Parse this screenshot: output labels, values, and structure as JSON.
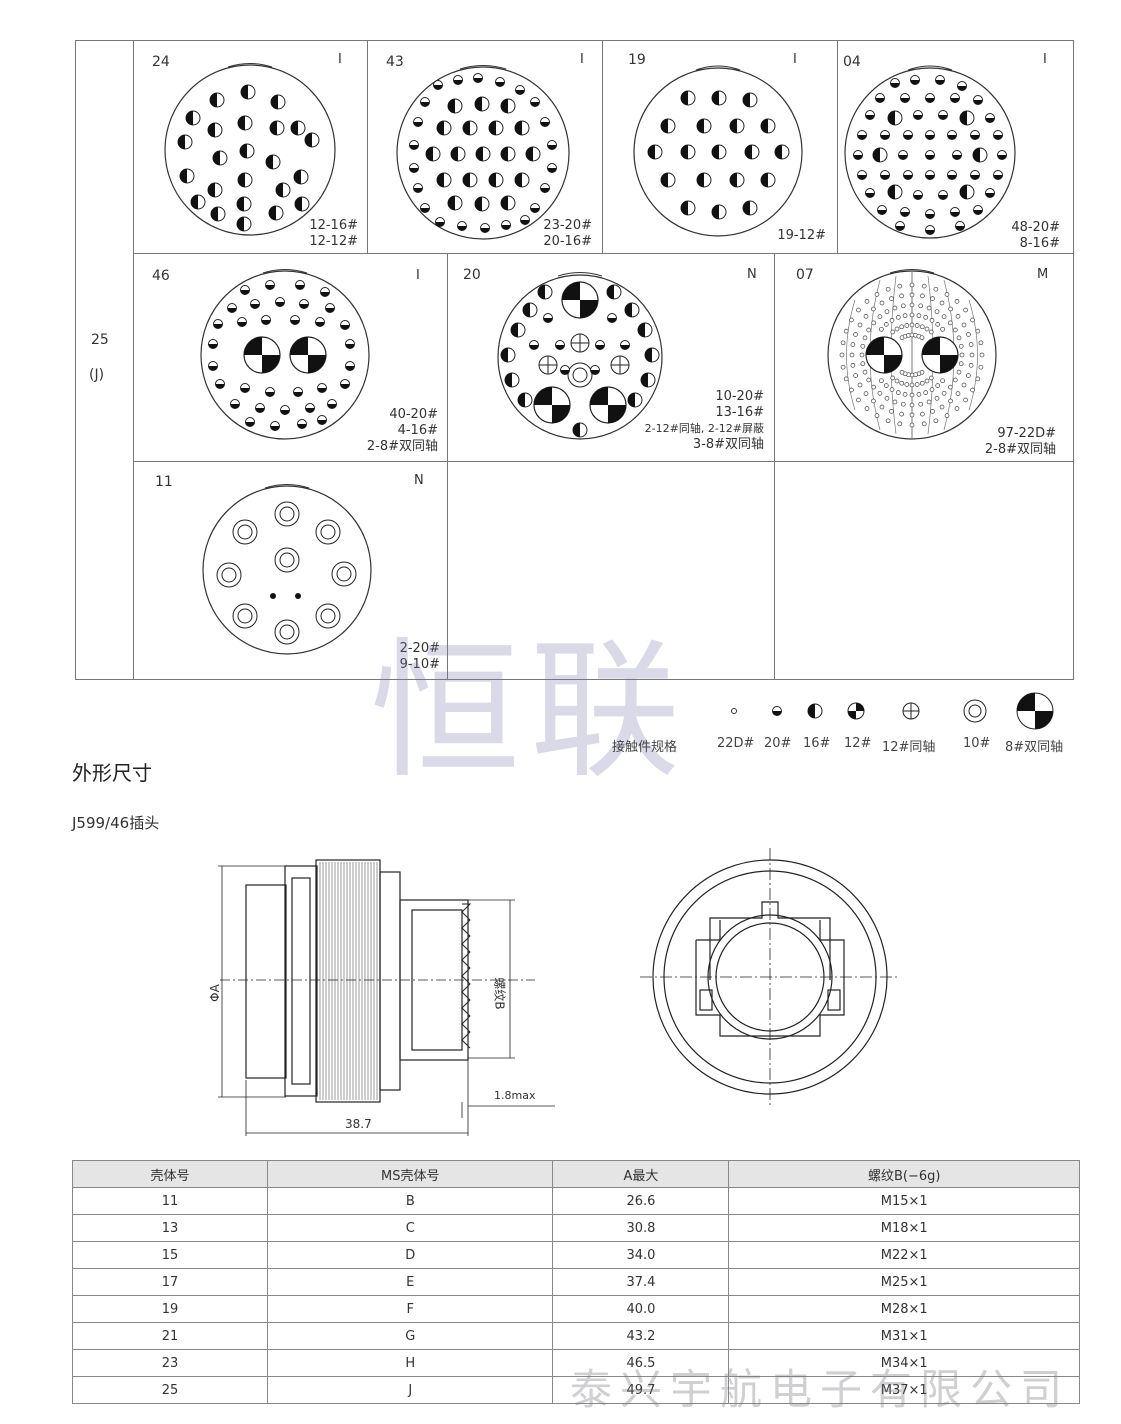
{
  "table_header_top": {
    "shell_row_label": "25",
    "shell_row_sub": "(J)"
  },
  "cells": [
    {
      "no": "24",
      "type": "I",
      "spec": [
        "12-16#",
        "12-12#"
      ]
    },
    {
      "no": "43",
      "type": "I",
      "spec": [
        "23-20#",
        "20-16#"
      ]
    },
    {
      "no": "19",
      "type": "I",
      "spec": [
        "19-12#"
      ]
    },
    {
      "no": "04",
      "type": "I",
      "spec": [
        "48-20#",
        "8-16#"
      ]
    },
    {
      "no": "46",
      "type": "I",
      "spec": [
        "40-20#",
        "4-16#",
        "2-8#双同轴"
      ]
    },
    {
      "no": "20",
      "type": "N",
      "spec": [
        "10-20#",
        "13-16#",
        "2-12#同轴, 2-12#屏蔽",
        "3-8#双同轴"
      ]
    },
    {
      "no": "07",
      "type": "M",
      "spec": [
        "97-22D#",
        "2-8#双同轴"
      ]
    },
    {
      "no": "11",
      "type": "N",
      "spec": [
        "2-20#",
        "9-10#"
      ]
    }
  ],
  "legend": {
    "title": "接触件规格",
    "items": [
      "22D#",
      "20#",
      "16#",
      "12#",
      "12#同轴",
      "10#",
      "8#双同轴"
    ]
  },
  "watermark_top": "恒联",
  "section_title": "外形尺寸",
  "sub_title": "J599/46插头",
  "drawing": {
    "phi_a": "ΦA",
    "thread_b": "螺纹B",
    "max_label": "1.8max",
    "length": "38.7"
  },
  "dim_table": {
    "headers": [
      "壳体号",
      "MS壳体号",
      "A最大",
      "螺纹B(−6g)"
    ],
    "rows": [
      [
        "11",
        "B",
        "26.6",
        "M15×1"
      ],
      [
        "13",
        "C",
        "30.8",
        "M18×1"
      ],
      [
        "15",
        "D",
        "34.0",
        "M22×1"
      ],
      [
        "17",
        "E",
        "37.4",
        "M25×1"
      ],
      [
        "19",
        "F",
        "40.0",
        "M28×1"
      ],
      [
        "21",
        "G",
        "43.2",
        "M31×1"
      ],
      [
        "23",
        "H",
        "46.5",
        "M34×1"
      ],
      [
        "25",
        "J",
        "49.7",
        "M37×1"
      ]
    ]
  },
  "watermark_bottom": "泰兴宇航电子有限公司"
}
